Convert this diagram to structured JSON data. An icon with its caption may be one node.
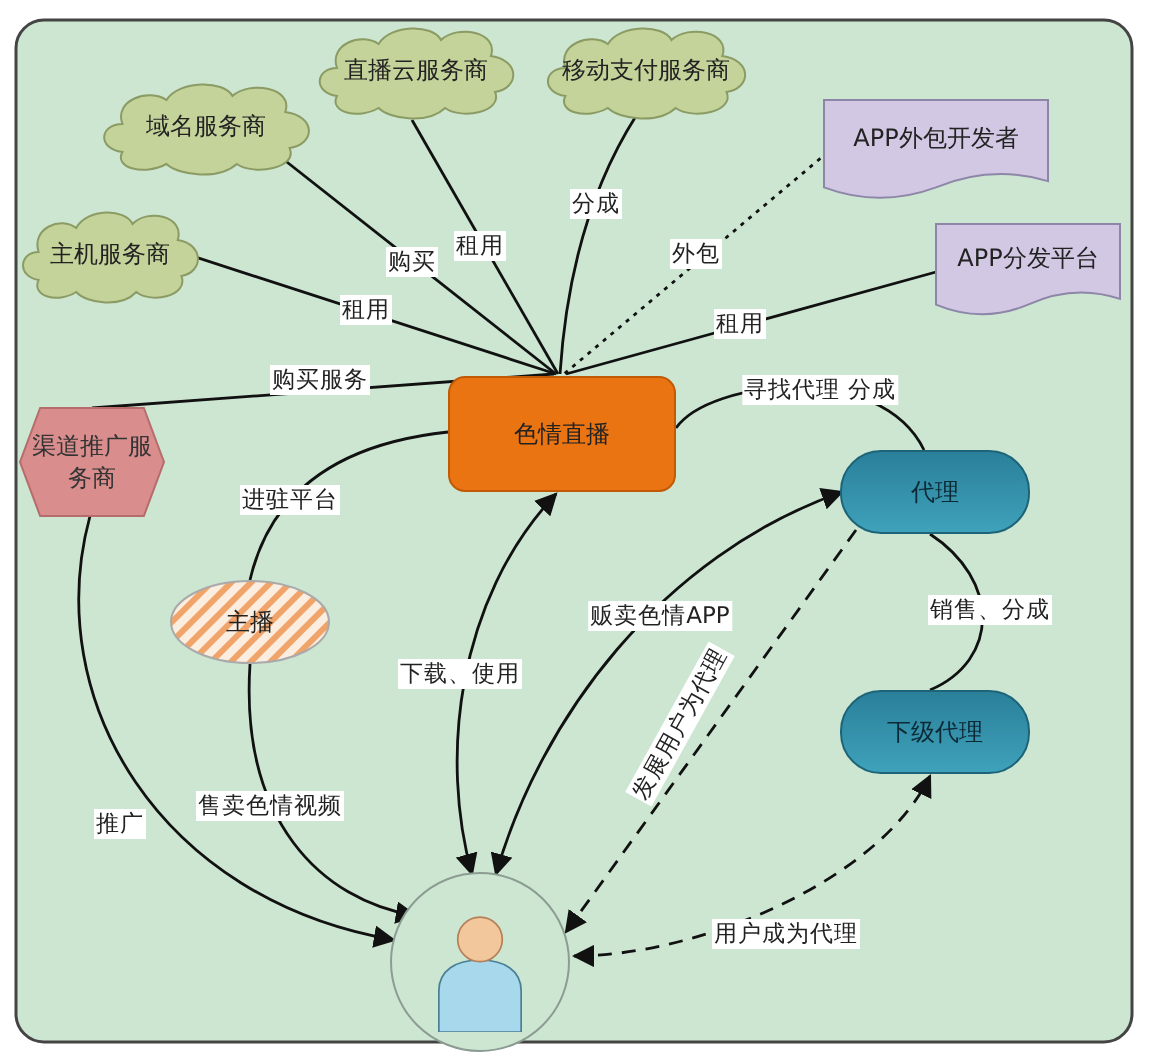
{
  "diagram": {
    "nodes": [
      {
        "text": [
          "域名服务商"
        ]
      },
      {
        "text": [
          "直播云服务商"
        ]
      },
      {
        "text": [
          "移动支付服务商"
        ]
      },
      {
        "text": [
          "主机服务商"
        ]
      },
      {
        "text": [
          "APP外包开发者"
        ]
      },
      {
        "text": [
          "APP分发平台"
        ]
      },
      {
        "text": [
          "渠道推广服务商"
        ]
      },
      {
        "text": [
          "色情直播"
        ]
      },
      {
        "text": [
          "代理"
        ]
      },
      {
        "text": [
          "主播"
        ]
      },
      {
        "text": [
          "下级代理"
        ]
      },
      {
        "text": [],
        "shape": "person"
      }
    ],
    "edges": [
      {
        "from": 0,
        "to": 7,
        "arrow": "none",
        "label": "购买"
      },
      {
        "from": 1,
        "to": 7,
        "arrow": "none",
        "label": "租用"
      },
      {
        "from": 2,
        "to": 7,
        "arrow": "none",
        "label": "分成"
      },
      {
        "from": 3,
        "to": 7,
        "arrow": "none",
        "label": "租用"
      },
      {
        "from": 4,
        "to": 7,
        "arrow": "none",
        "label": "外包",
        "style": "dashed"
      },
      {
        "from": 5,
        "to": 7,
        "arrow": "none",
        "label": "租用"
      },
      {
        "from": 6,
        "to": 7,
        "arrow": "none",
        "label": "购买服务"
      },
      {
        "from": 7,
        "to": 8,
        "arrow": "none",
        "label": "寻找代理 分成"
      },
      {
        "from": 9,
        "to": 7,
        "arrow": "none",
        "label": "进驻平台"
      },
      {
        "from": 7,
        "to": 11,
        "arrow": "both",
        "label": "下载、使用"
      },
      {
        "from": 8,
        "to": 11,
        "arrow": "both",
        "label": "贩卖色情APP"
      },
      {
        "from": 8,
        "to": 11,
        "arrow": "to",
        "label": "发展用户为代理",
        "style": "dashed"
      },
      {
        "from": 8,
        "to": 10,
        "arrow": "none",
        "label": "销售、分成"
      },
      {
        "from": 11,
        "to": 10,
        "arrow": "both",
        "label": "用户成为代理",
        "style": "dashed"
      },
      {
        "from": 6,
        "to": 11,
        "arrow": "to",
        "label": "推广"
      },
      {
        "from": 9,
        "to": 11,
        "arrow": "to",
        "label": "售卖色情视频"
      }
    ]
  }
}
